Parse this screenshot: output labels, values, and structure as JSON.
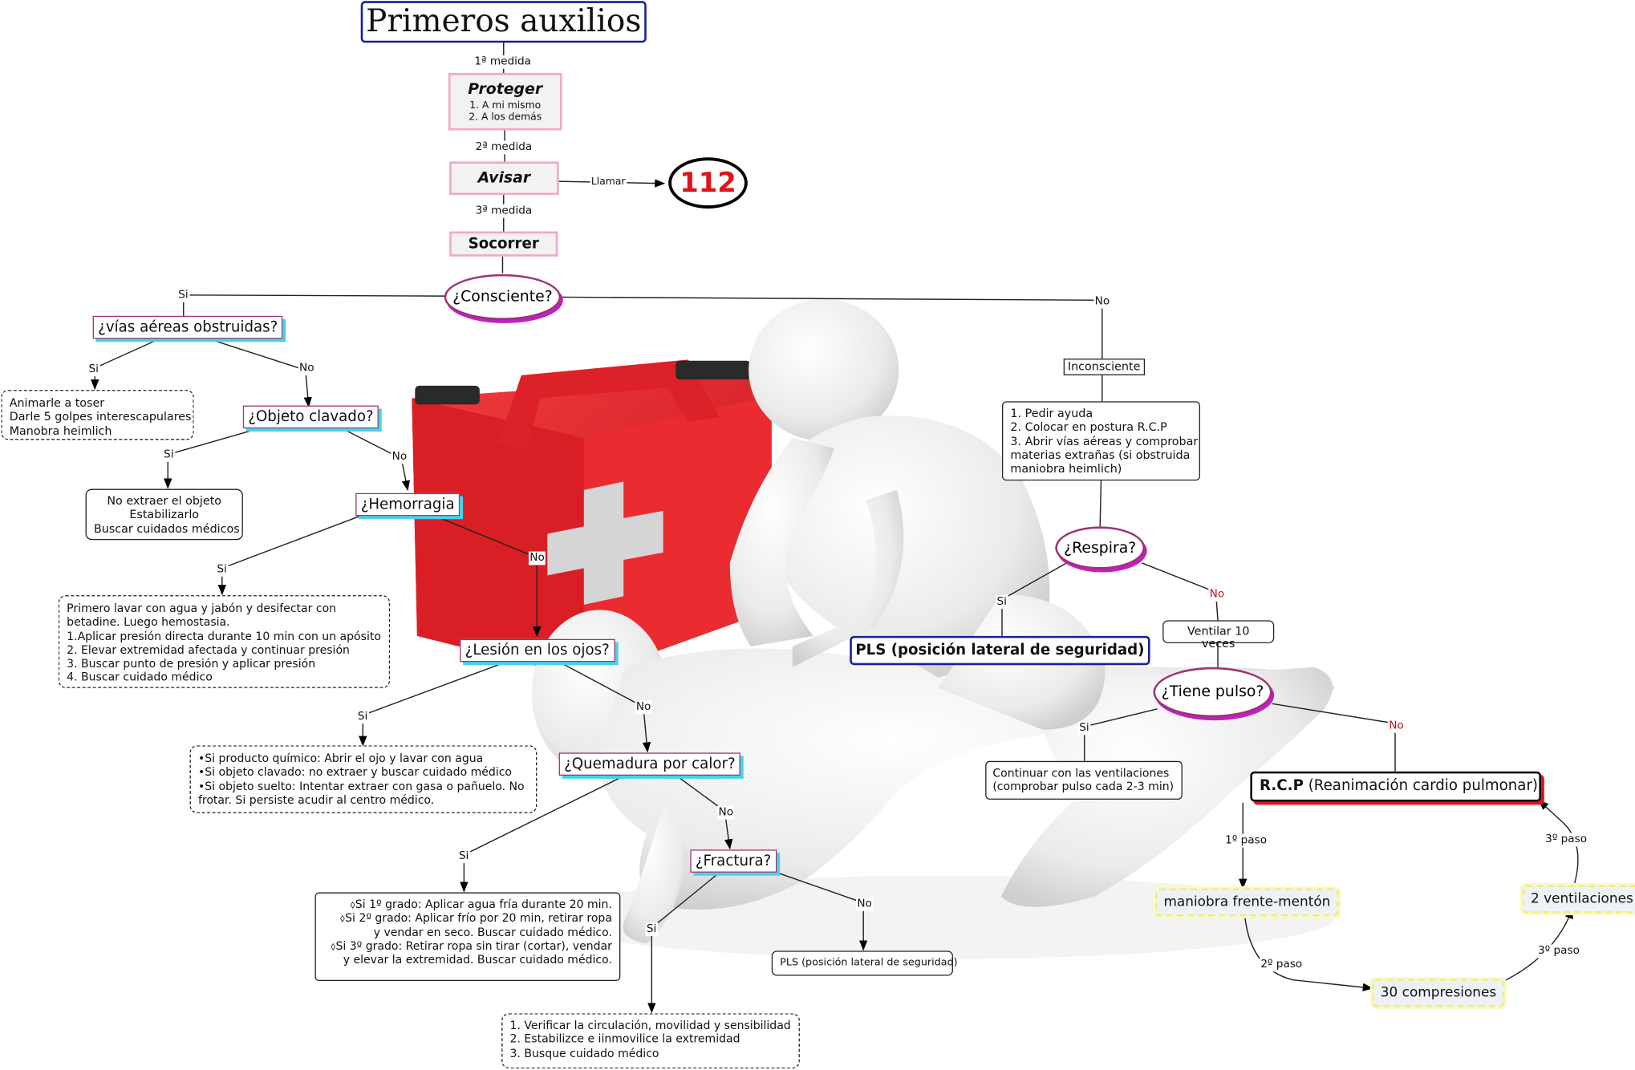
{
  "title": "Primeros auxilios",
  "steps": {
    "m1": "1ª medida",
    "protect_title": "Proteger",
    "protect_items": [
      "1. A mi mismo",
      "2. A los demás"
    ],
    "m2": "2ª medida",
    "warn_title": "Avisar",
    "call_label": "Llamar",
    "emergency_number": "112",
    "m3": "3ª medida",
    "help_title": "Socorrer"
  },
  "conscious": {
    "question": "¿Consciente?",
    "yes": "Si",
    "no": "No",
    "airway": {
      "question": "¿vías aéreas obstruidas?",
      "yes": "Si",
      "no": "No",
      "yes_actions": [
        "Animarle a toser",
        "Darle 5 golpes interescapulares",
        "Manobra heimlich"
      ]
    },
    "object": {
      "question": "¿Objeto clavado?",
      "yes": "Si",
      "no": "No",
      "yes_actions": [
        "No extraer el objeto",
        "Estabilizarlo",
        "Buscar cuidados médicos"
      ]
    },
    "hemorrhage": {
      "question": "¿Hemorragia",
      "yes": "Si",
      "no": "No",
      "yes_actions": [
        "Primero lavar con agua y jabón y desifectar con",
        "betadine. Luego hemostasia.",
        "1.Aplicar presión directa durante 10 min con un apósito",
        "2. Elevar extremidad afectada y continuar presión",
        "3. Buscar punto de presión y aplicar presión",
        "4. Buscar cuidado médico"
      ]
    },
    "eyes": {
      "question": "¿Lesión en los ojos?",
      "yes": "Si",
      "no": "No",
      "yes_actions": [
        "•Si producto químico: Abrir el ojo y lavar con agua",
        "•Si objeto clavado: no extraer y buscar cuidado médico",
        "•Si objeto suelto: Intentar extraer con gasa o pañuelo. No",
        "frotar. Si persiste acudir al centro médico."
      ]
    },
    "burn": {
      "question": "¿Quemadura por calor?",
      "yes": "Si",
      "no": "No",
      "yes_actions": [
        "⬨Si 1º grado: Aplicar agua fría durante 20 min.",
        "⬨Si 2º grado: Aplicar frío por 20 min, retirar ropa",
        "y vendar en seco. Buscar cuidado médico.",
        "⬨Si 3º grado: Retirar ropa sin tirar (cortar), vendar",
        "y elevar la extremidad. Buscar cuidado médico."
      ]
    },
    "fracture": {
      "question": "¿Fractura?",
      "yes": "Si",
      "no": "No",
      "yes_actions": [
        "1. Verificar la circulación, movilidad y sensibilidad",
        "2. Estabilizce e iinmovilice la extremidad",
        "3. Busque cuidado médico"
      ],
      "no_action": "PLS (posición lateral de seguridad)"
    }
  },
  "unconscious": {
    "label": "Inconsciente",
    "actions": [
      "1. Pedir ayuda",
      "2. Colocar en postura R.C.P",
      "3. Abrir vías aéreas y comprobar",
      "materias extrañas (si obstruida",
      "maniobra heimlich)"
    ],
    "breathes": {
      "question": "¿Respira?",
      "yes": "Si",
      "no": "No",
      "yes_action": "PLS (posición lateral de seguridad)",
      "no_action": "Ventilar 10 veces"
    },
    "pulse": {
      "question": "¿Tiene pulso?",
      "yes": "Si",
      "no": "No",
      "yes_actions": [
        "Continuar con las ventilaciones",
        "(comprobar pulso cada 2-3 min)"
      ]
    },
    "rcp": {
      "abbr": "R.C.P",
      "full": " (Reanimación cardio pulmonar)",
      "step1_label": "1º paso",
      "step1": "maniobra frente-mentón",
      "step2_label": "2º paso",
      "step2": "30 compresiones",
      "step3a_label": "3º paso",
      "step3": "2 ventilaciones",
      "step3b_label": "3º paso"
    }
  },
  "colors": {
    "title_border": "#16219a",
    "question_border": "#9c3472",
    "question_shadow": "#3fd6ee",
    "ellipse_shadow": "#c21ec6",
    "kit_red": "#e2252b",
    "emergency_red": "#e0141b",
    "rcp_shadow": "#e0141b",
    "yellow_dash": "#f1ef73"
  },
  "illustration": {
    "kit": "first-aid-kit",
    "figures": "cpr-rescuer-and-patient"
  }
}
